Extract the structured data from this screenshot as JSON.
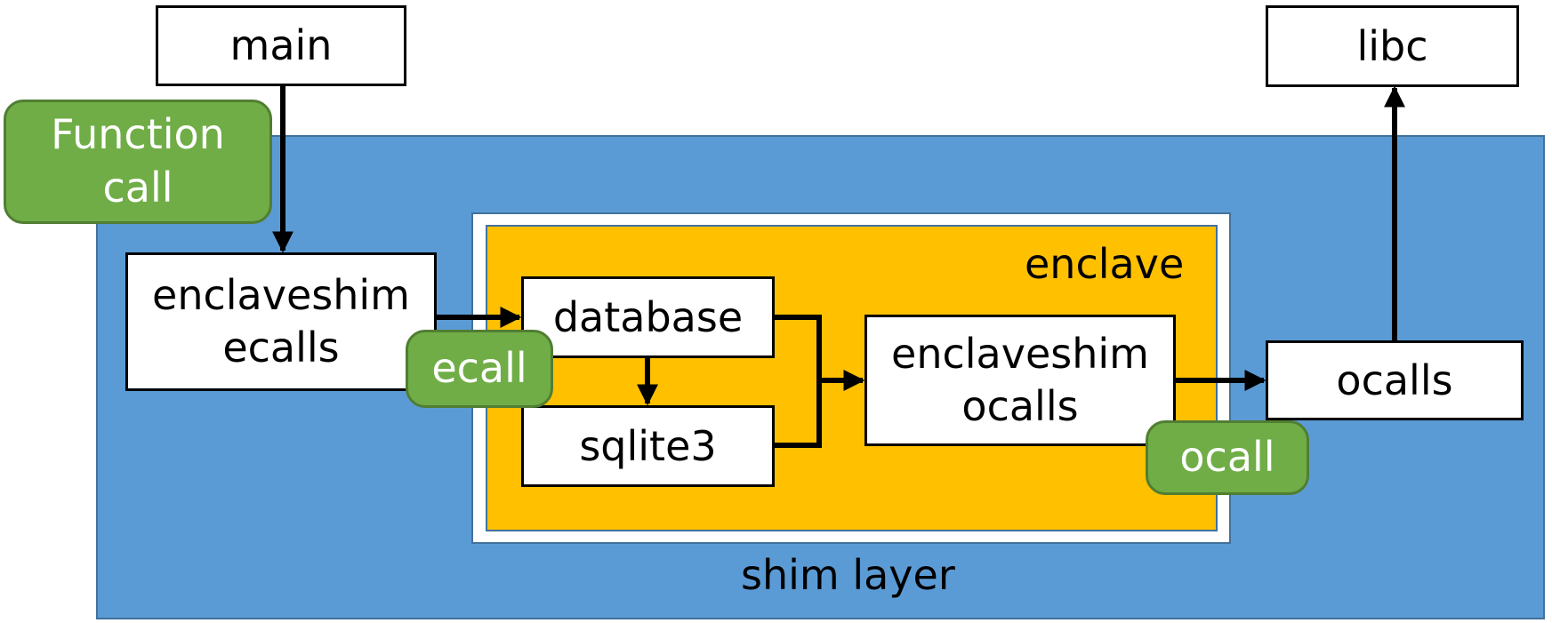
{
  "colors": {
    "shim_layer_fill": "#5B9BD5",
    "shim_layer_border": "#41719C",
    "enclave_fill": "#FFC000",
    "badge_fill": "#70AD47",
    "badge_border": "#507E32",
    "box_fill": "#FFFFFF",
    "line": "#000000"
  },
  "regions": {
    "shim_layer": "shim layer",
    "enclave": "enclave"
  },
  "boxes": {
    "main": [
      "main"
    ],
    "libc": [
      "libc"
    ],
    "enclaveshim_ecalls": [
      "enclaveshim",
      "ecalls"
    ],
    "database": [
      "database"
    ],
    "sqlite3": [
      "sqlite3"
    ],
    "enclaveshim_ocalls": [
      "enclaveshim",
      "ocalls"
    ],
    "ocalls": [
      "ocalls"
    ]
  },
  "badges": {
    "function_call": [
      "Function",
      "call"
    ],
    "ecall": [
      "ecall"
    ],
    "ocall": [
      "ocall"
    ]
  },
  "edges": [
    {
      "from": "main",
      "to": "enclaveshim_ecalls"
    },
    {
      "from": "enclaveshim_ecalls",
      "to": "database"
    },
    {
      "from": "database",
      "to": "sqlite3"
    },
    {
      "from": "database",
      "to": "enclaveshim_ocalls"
    },
    {
      "from": "sqlite3",
      "to": "enclaveshim_ocalls"
    },
    {
      "from": "enclaveshim_ocalls",
      "to": "ocalls"
    },
    {
      "from": "ocalls",
      "to": "libc"
    }
  ]
}
